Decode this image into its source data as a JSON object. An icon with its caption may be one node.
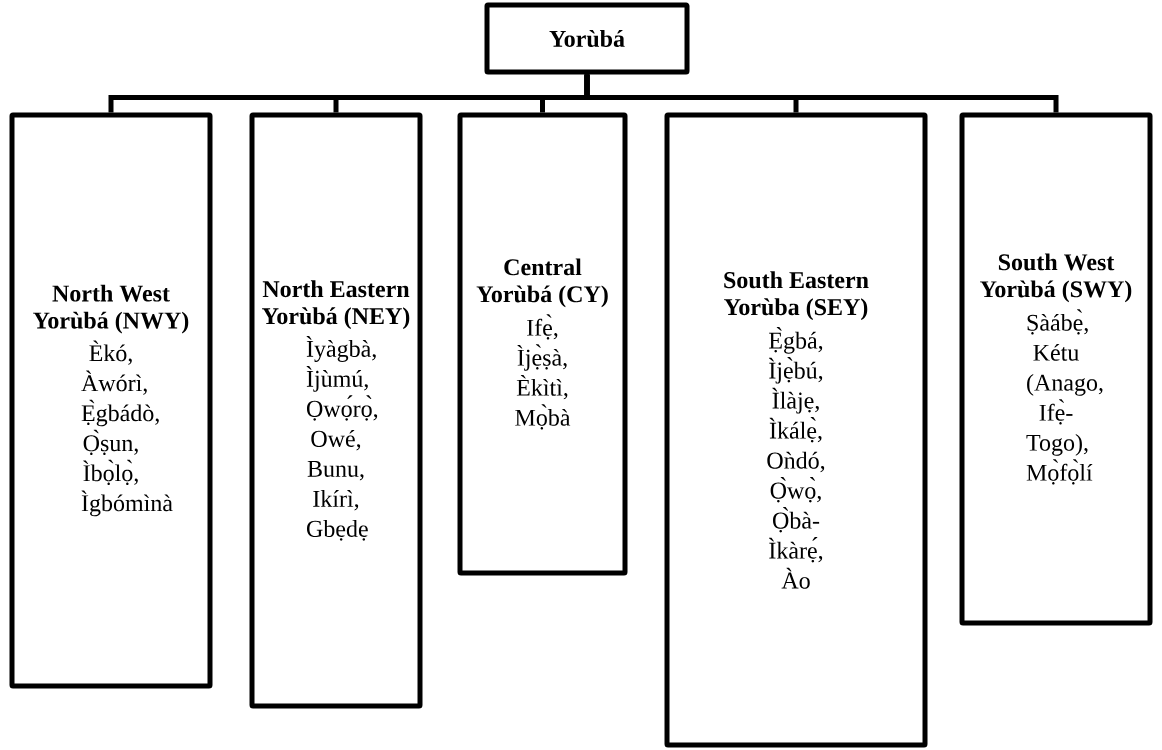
{
  "diagram": {
    "nodes": [
      {
        "text": [
          "Yorùbá"
        ]
      },
      {
        "text": [
          "North West Yorùbá (NWY)",
          "Èkó, Àwórì, Ẹ̀gbádò, Ọ̀ṣun, Ìbọ̀lọ̀, Ìgbómìnà"
        ]
      },
      {
        "text": [
          "North Eastern Yorùbá (NEY)",
          "Ìyàgbà, Ìjùmú, Ọwọ́rọ̀, Owé, Bunu, Ikírì, Gbẹdẹ"
        ]
      },
      {
        "text": [
          "Central Yorùbá (CY)",
          "Ifẹ̀, Ìjẹ̀ṣà, Èkìtì, Mọ̀bà"
        ]
      },
      {
        "text": [
          "South Eastern Yorùba (SEY)",
          "Ẹ̀gbá, Ìjẹ̀bú, Ìlàjẹ, Ìkálẹ̀, Oǹdó, Ọ̀wọ̀, Ọ̀bà-Ìkàrẹ́, Ào"
        ]
      },
      {
        "text": [
          "South West Yorùbá (SWY)",
          "Ṣàábẹ̀, Kétu (Anago, Ifẹ̀-Togo), Mọ̀fọ̀lí"
        ]
      }
    ],
    "edges": [
      {
        "from": 0,
        "to": 1,
        "arrow": "none"
      },
      {
        "from": 0,
        "to": 2,
        "arrow": "none"
      },
      {
        "from": 0,
        "to": 3,
        "arrow": "none"
      },
      {
        "from": 0,
        "to": 4,
        "arrow": "none"
      },
      {
        "from": 0,
        "to": 5,
        "arrow": "none"
      }
    ]
  }
}
